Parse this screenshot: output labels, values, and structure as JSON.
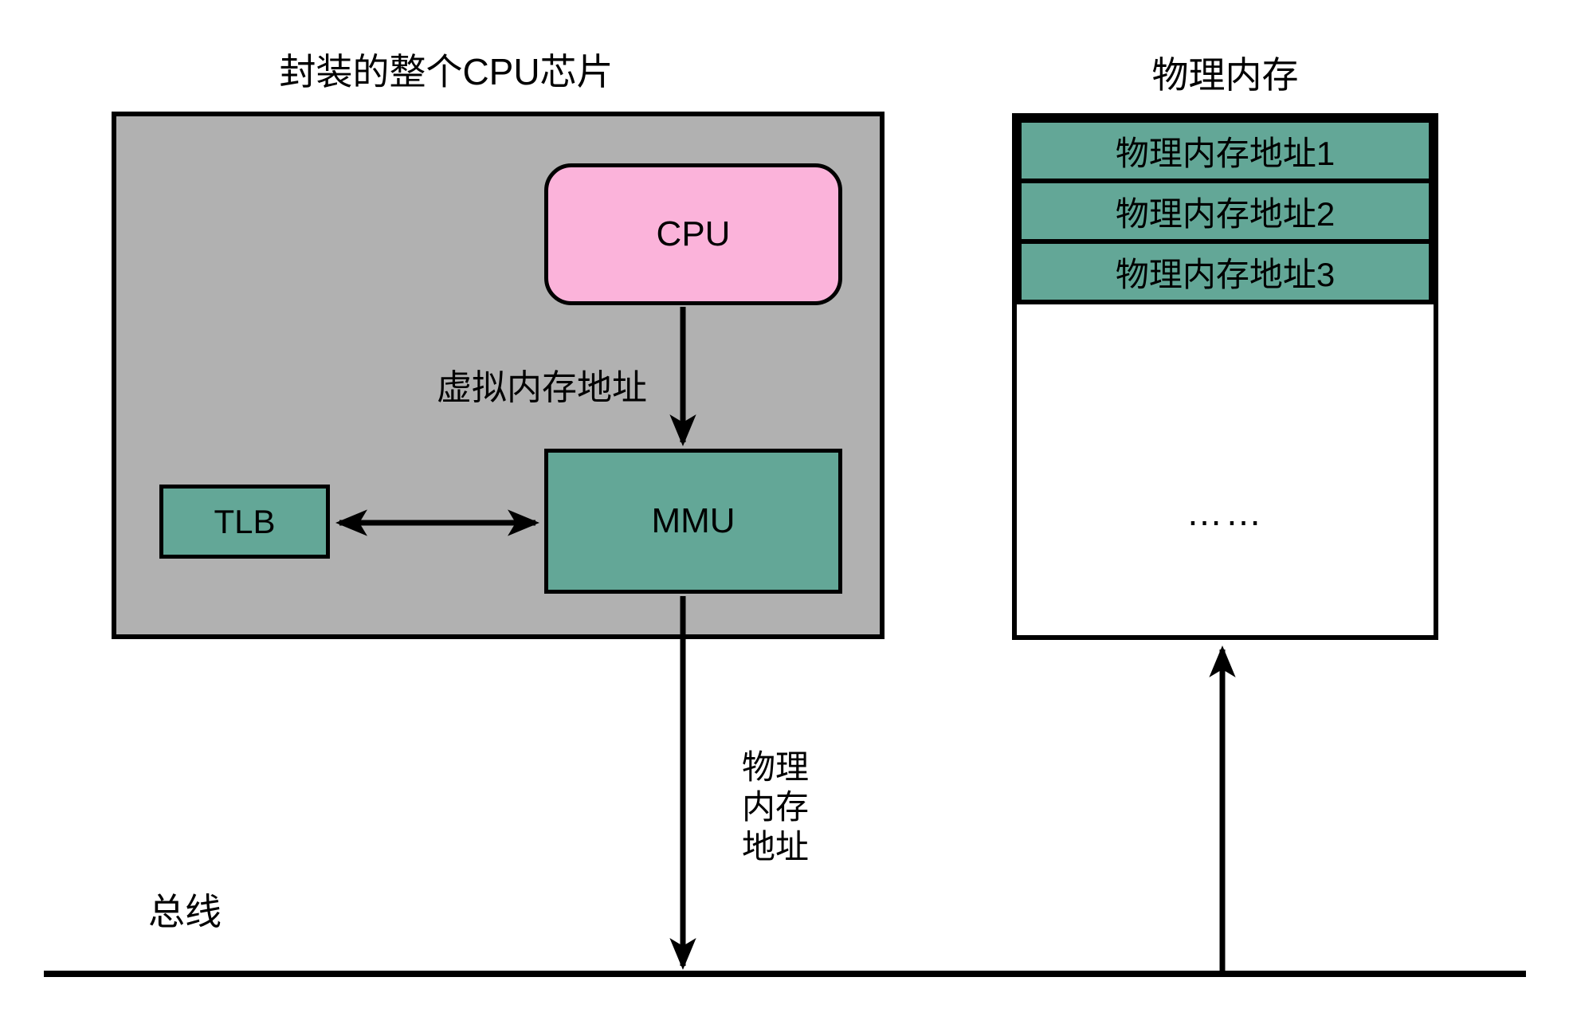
{
  "diagram": {
    "chip": {
      "title": "封装的整个CPU芯片",
      "cpu_label": "CPU",
      "virtual_address_label": "虚拟内存地址",
      "mmu_label": "MMU",
      "tlb_label": "TLB"
    },
    "memory": {
      "title": "物理内存",
      "rows": [
        "物理内存地址1",
        "物理内存地址2",
        "物理内存地址3"
      ],
      "ellipsis": "……"
    },
    "physical_address_label_lines": [
      "物理",
      "内存",
      "地址"
    ],
    "bus_label": "总线",
    "colors": {
      "chip_fill": "#B1B1B1",
      "cpu_fill": "#FBB3DA",
      "teal_fill": "#63A797",
      "line": "#000000"
    }
  }
}
